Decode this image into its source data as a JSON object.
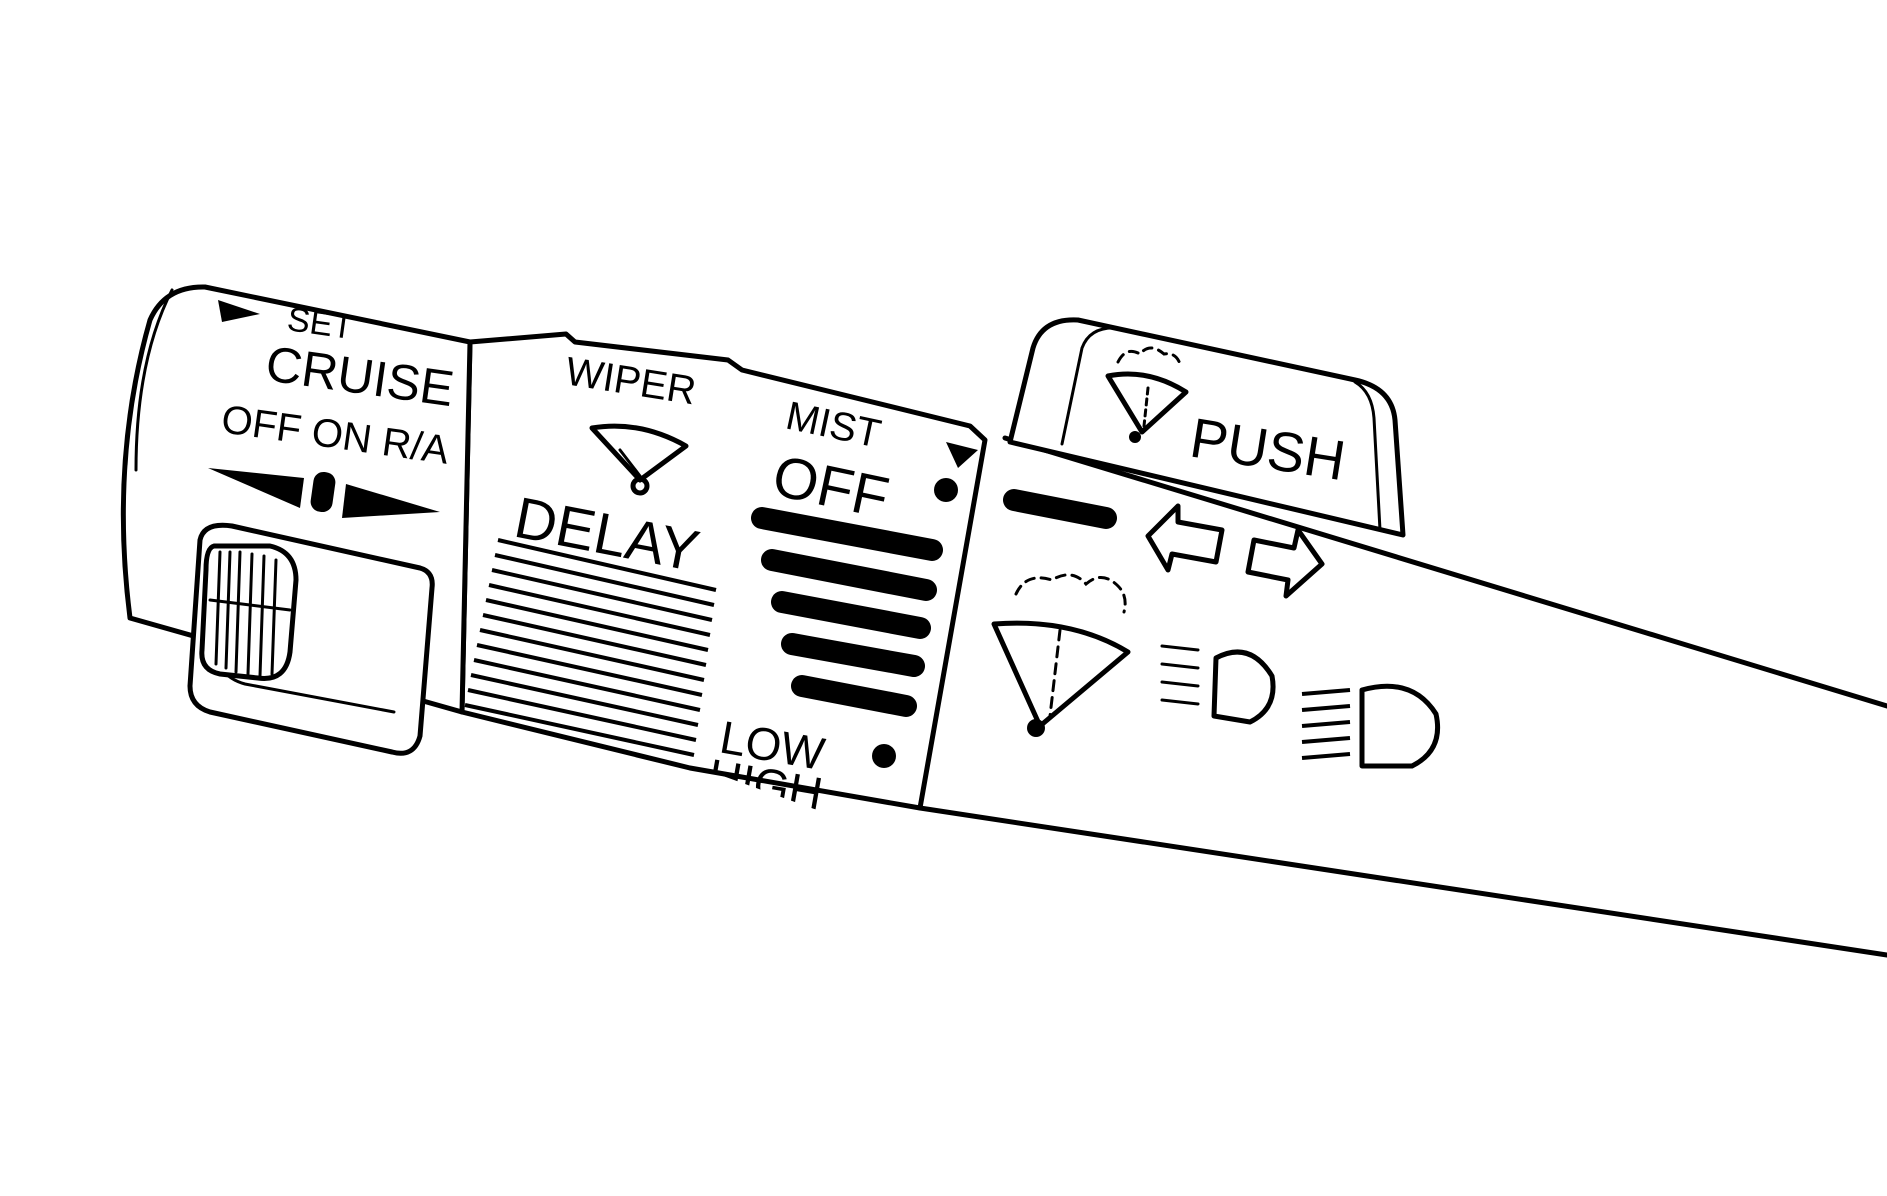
{
  "diagram": {
    "cruise": {
      "set_label": "SET",
      "title": "CRUISE",
      "positions": "OFF ON R/A"
    },
    "wiper": {
      "title": "WIPER",
      "mist_label": "MIST",
      "off_label": "OFF",
      "delay_label": "DELAY",
      "low_label": "LOW",
      "high_label": "HIGH"
    },
    "washer": {
      "push_label": "PUSH"
    },
    "icons": [
      "set-arrow-icon",
      "cruise-position-arrows-icon",
      "wiper-icon",
      "mist-arrow-icon",
      "washer-icon",
      "turn-signal-arrows-icon",
      "low-beam-headlamp-icon",
      "high-beam-headlamp-icon"
    ]
  }
}
